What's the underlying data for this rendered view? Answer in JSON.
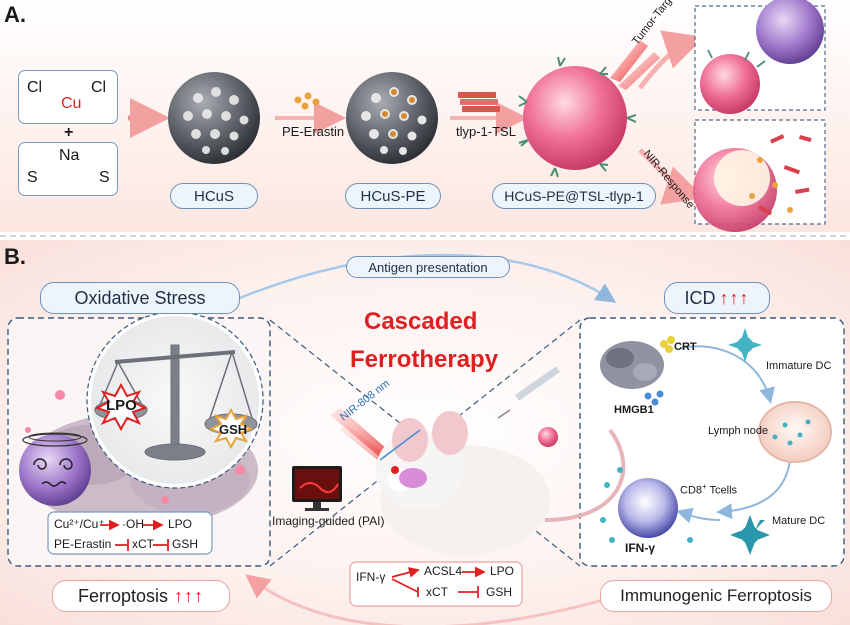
{
  "panel_a": {
    "label": "A.",
    "reactant1": {
      "cl_left": "Cl",
      "cu": "Cu",
      "cl_right": "Cl"
    },
    "plus": "+",
    "reactant2": {
      "na": "Na",
      "s_left": "S",
      "s_right": "S"
    },
    "step1_label": "PE-Erastin",
    "step2_label": "tlyp-1-TSL",
    "hcus": "HCuS",
    "hcus_pe": "HCuS-PE",
    "hcus_final": "HCuS-PE@TSL-tlyp-1",
    "tumor_targeting": "Tumor-Targeting",
    "nir_response": "NIR-Response"
  },
  "panel_b": {
    "label": "B.",
    "oxidative_stress": "Oxidative Stress",
    "antigen_presentation": "Antigen presentation",
    "icd": "ICD",
    "arrows3": "↑↑↑",
    "title_line1": "Cascaded",
    "title_line2": "Ferrotherapy",
    "lpo": "LPO",
    "gsh": "GSH",
    "cu_ions": "Cu²⁺/Cu⁺",
    "oh": "·OH",
    "lpo2": "LPO",
    "pe_erastin": "PE-Erastin",
    "xct": "xCT",
    "gsh2": "GSH",
    "nir_808": "NIR-808 nm",
    "imaging": "Imaging-guided (PAI)",
    "crt": "CRT",
    "hmgb1": "HMGB1",
    "immature_dc": "Immature DC",
    "lymph_node": "Lymph node",
    "cd8_prefix": "CD8",
    "cd8_sup": "+",
    "cd8_suffix": " Tcells",
    "mature_dc": "Mature DC",
    "ifn_gamma": "IFN-γ",
    "ifn_gamma2": "IFN-γ",
    "acsl4": "ACSL4",
    "lpo3": "LPO",
    "xct2": "xCT",
    "gsh3": "GSH",
    "ferroptosis": "Ferroptosis",
    "immunogenic_ferroptosis": "Immunogenic Ferroptosis"
  },
  "colors": {
    "accent_red": "#e02020",
    "panel_b_bg": "#fbe9e6",
    "panel_a_bg": "#fdeeea",
    "pill_border": "#6f93b8",
    "sphere_gray": "#5d6168",
    "tumor_pink": "#e8557a"
  }
}
